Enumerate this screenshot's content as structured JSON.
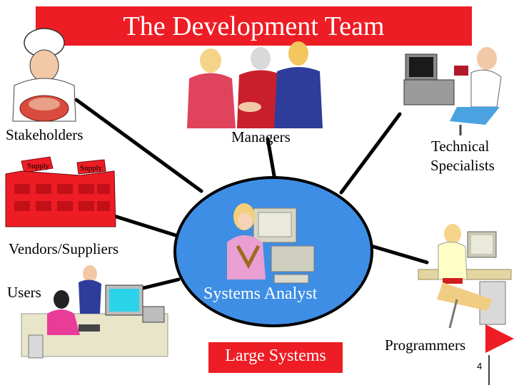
{
  "slide": {
    "title": "The Development Team",
    "page_number": "4",
    "colors": {
      "accent_red": "#ee1c24",
      "hub_blue": "#3e8ee5",
      "line": "#000000"
    }
  },
  "roles": {
    "stakeholders": "Stakeholders",
    "managers": "Managers",
    "technical_line1": "Technical",
    "technical_line2": "Specialists",
    "vendors": "Vendors/Suppliers",
    "users": "Users",
    "systems_analyst": "Systems Analyst",
    "large_systems": "Large Systems",
    "programmers": "Programmers"
  },
  "illustrations": {
    "supply_sign_1": "Supply",
    "supply_sign_2": "Supply",
    "chef": "chef-icon",
    "handshake": "handshake-icon",
    "technician": "technician-icon",
    "factory": "factory-icon",
    "office_users": "office-users-icon",
    "analyst": "analyst-icon",
    "programmer": "programmer-icon"
  }
}
